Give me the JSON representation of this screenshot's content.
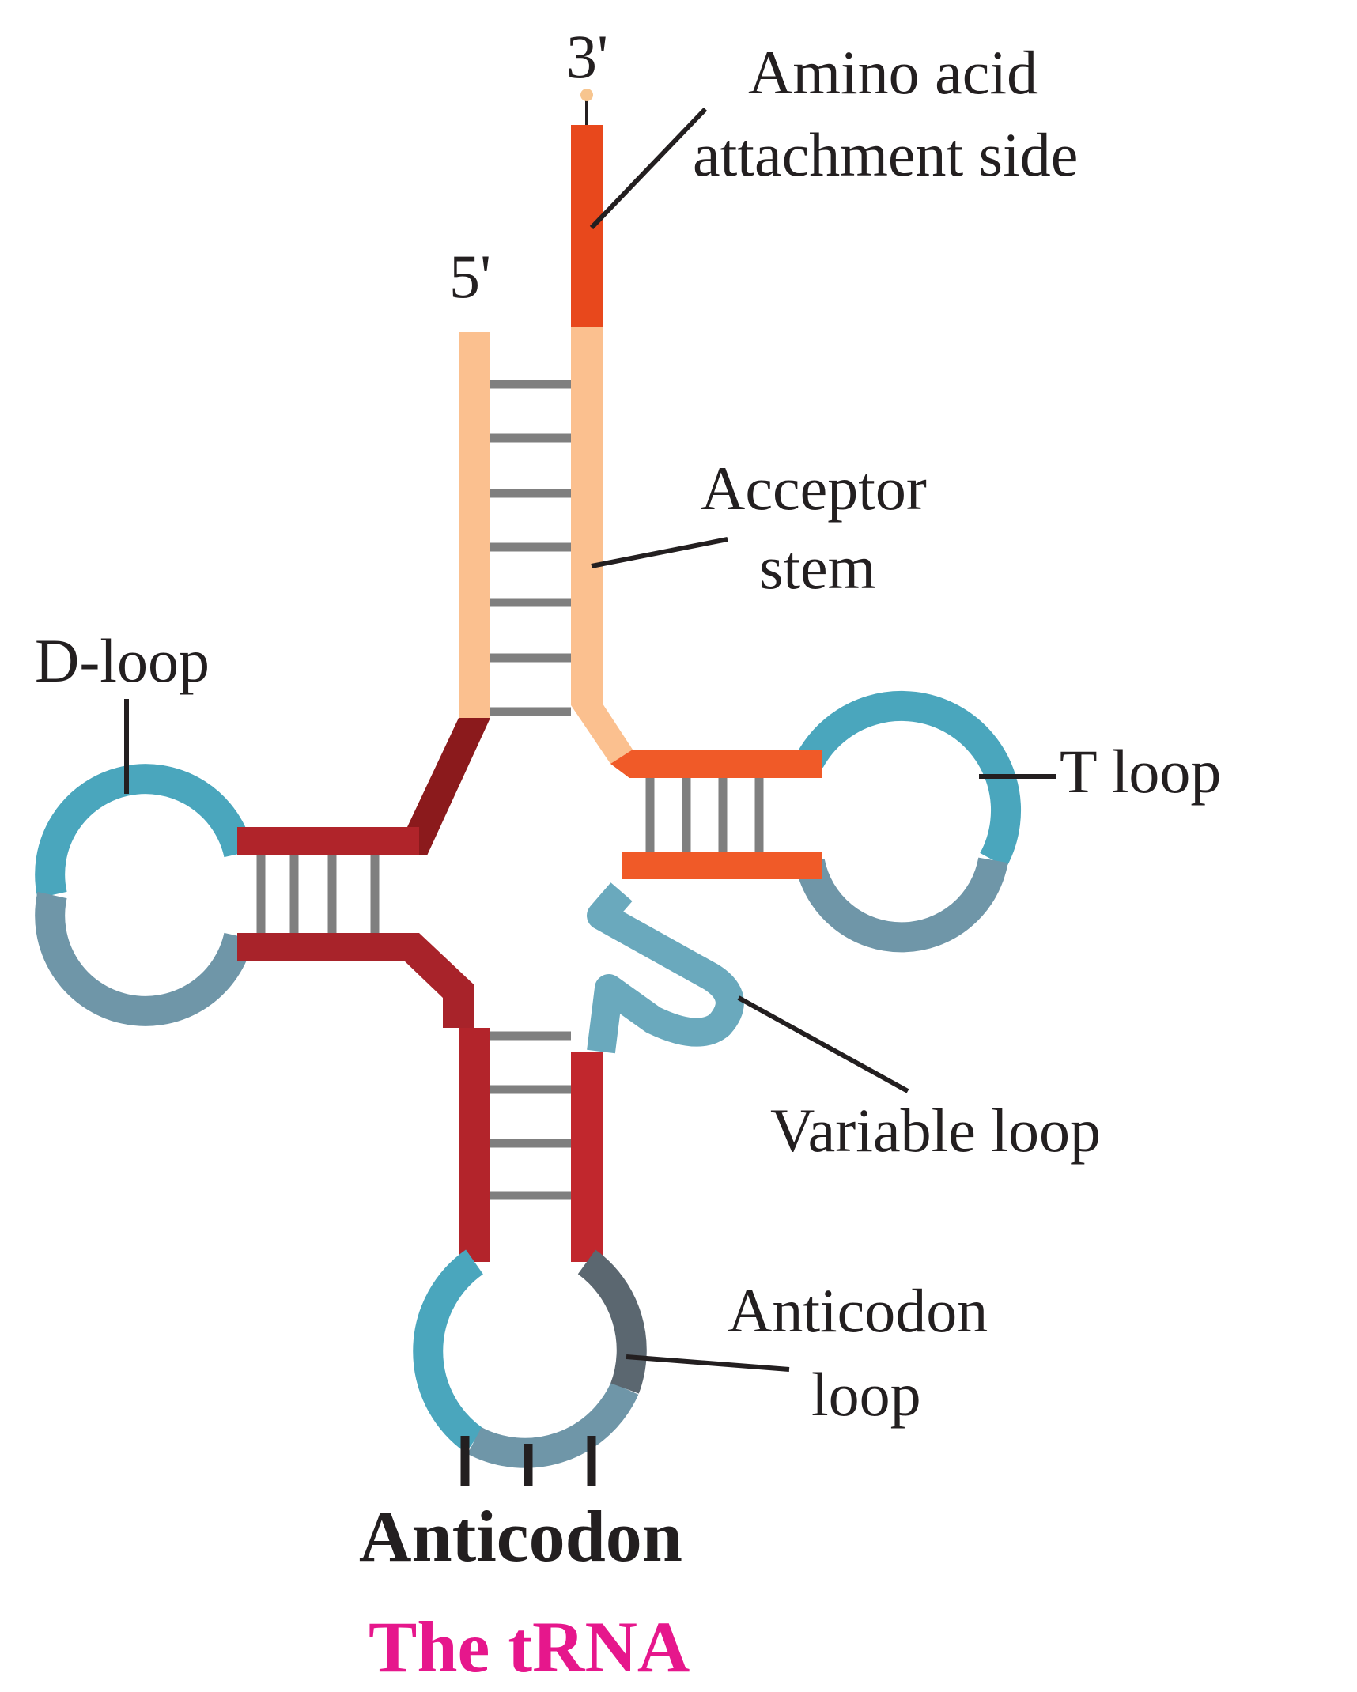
{
  "labels": {
    "three_prime": "3'",
    "five_prime": "5'",
    "amino_acid_line1": "Amino acid",
    "amino_acid_line2": "attachment side",
    "acceptor_line1": "Acceptor",
    "acceptor_line2": "stem",
    "d_loop": "D-loop",
    "t_loop": "T loop",
    "variable_loop": "Variable loop",
    "anticodon_loop_line1": "Anticodon",
    "anticodon_loop_line2": "loop",
    "anticodon": "Anticodon"
  },
  "caption": "The tRNA",
  "colors": {
    "acceptor_peach": "#fbc08f",
    "amino_orange": "#e8481c",
    "t_arm_orange": "#f05a28",
    "dark_red": "#8b1a1c",
    "red": "#c1272d",
    "teal": "#4aa6bd",
    "grey_blue": "#6f96a8",
    "dark_grey": "#5b6770",
    "rung_grey": "#7f7f7f",
    "caption_magenta": "#e6178c",
    "text": "#231f20"
  }
}
